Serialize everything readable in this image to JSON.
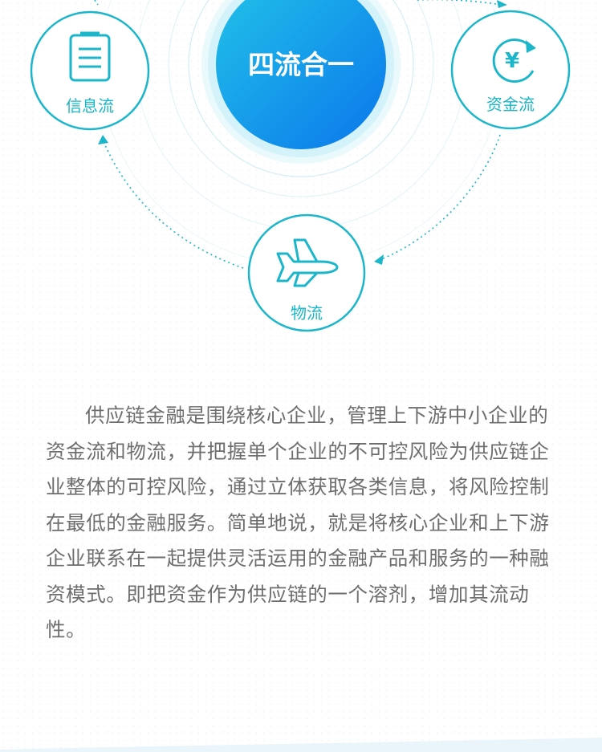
{
  "diagram": {
    "center_title": "四流合一",
    "nodes": {
      "info": {
        "label": "信息流",
        "icon": "document-list-icon"
      },
      "capital": {
        "label": "资金流",
        "icon": "yen-cycle-icon"
      },
      "logistics": {
        "label": "物流",
        "icon": "airplane-icon"
      }
    },
    "colors": {
      "accent": "#1bb6c9",
      "center_gradient_start": "#19b6e6",
      "center_gradient_end": "#0a78ec",
      "text": "#6e6e6e"
    }
  },
  "body": {
    "paragraph": "供应链金融是围绕核心企业，管理上下游中小企业的资金流和物流，并把握单个企业的不可控风险为供应链企业整体的可控风险，通过立体获取各类信息，将风险控制在最低的金融服务。简单地说，就是将核心企业和上下游企业联系在一起提供灵活运用的金融产品和服务的一种融资模式。即把资金作为供应链的一个溶剂，增加其流动性。"
  }
}
